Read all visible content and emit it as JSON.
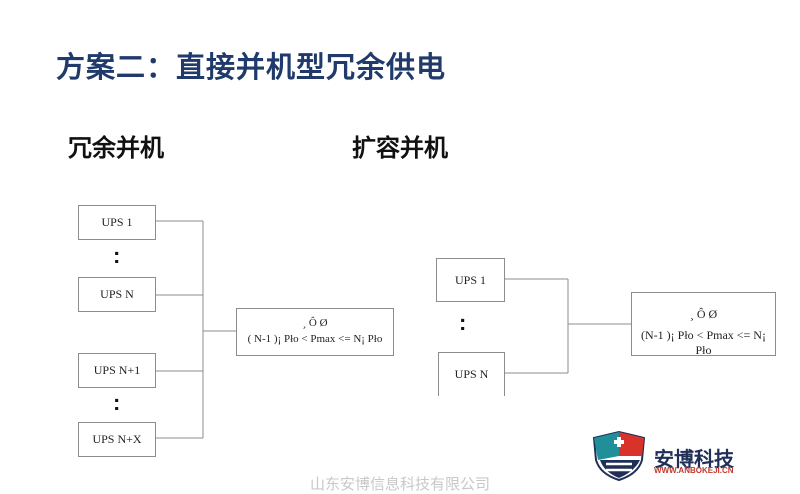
{
  "title": "方案二：直接并机型冗余供电",
  "left": {
    "heading": "冗余并机",
    "ups": [
      "UPS  1",
      "UPS  N",
      "UPS  N+1",
      "UPS  N+X"
    ],
    "dots": ":",
    "load_line1": "¸ Ô Ø",
    "load_line2": "( N-1 )¡  Pło < Pmax <= N¡  Pło"
  },
  "right": {
    "heading": "扩容并机",
    "ups": [
      "UPS  1",
      "UPS  N"
    ],
    "dots": ":",
    "load_line1": "¸ Ô Ø",
    "load_line2": "(N-1 )¡  Pło < Pmax <= N¡  Pło"
  },
  "logo": {
    "name": "安博科技",
    "url": "WWW.ANBOKEJI.CN",
    "colors": {
      "shield_red": "#d9322b",
      "shield_teal": "#1f8f9a",
      "shield_navy": "#1f2f57"
    }
  },
  "footer": "山东安博信息科技有限公司"
}
